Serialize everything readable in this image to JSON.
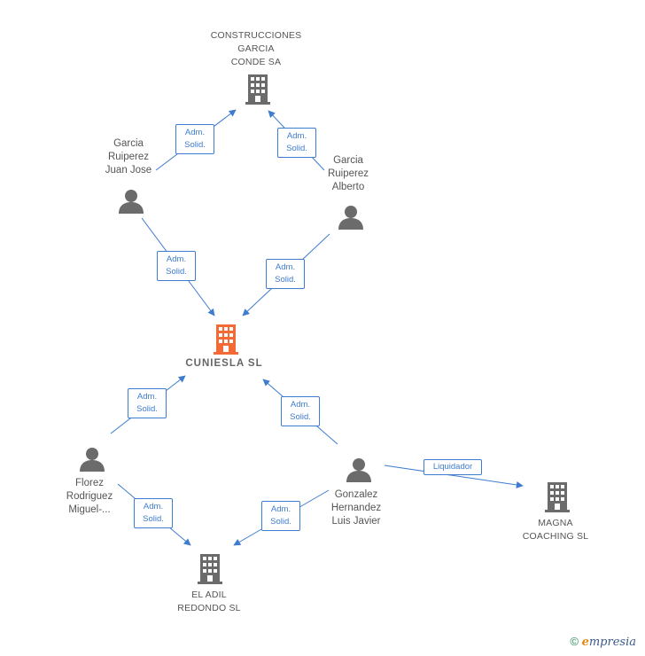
{
  "nodes": {
    "construcciones": {
      "lines": [
        "CONSTRUCCIONES",
        "GARCIA",
        "CONDE SA"
      ],
      "type": "company"
    },
    "cuniesla": {
      "lines": [
        "CUNIESLA  SL"
      ],
      "type": "company-main"
    },
    "magna": {
      "lines": [
        "MAGNA",
        "COACHING SL"
      ],
      "type": "company"
    },
    "eladil": {
      "lines": [
        "EL ADIL",
        "REDONDO  SL"
      ],
      "type": "company"
    },
    "garcia_jose": {
      "lines": [
        "Garcia",
        "Ruiperez",
        "Juan Jose"
      ],
      "type": "person"
    },
    "garcia_alberto": {
      "lines": [
        "Garcia",
        "Ruiperez",
        "Alberto"
      ],
      "type": "person"
    },
    "florez": {
      "lines": [
        "Florez",
        "Rodriguez",
        "Miguel-..."
      ],
      "type": "person"
    },
    "gonzalez": {
      "lines": [
        "Gonzalez",
        "Hernandez",
        "Luis Javier"
      ],
      "type": "person"
    }
  },
  "relations": {
    "r1": [
      "Adm.",
      "Solid."
    ],
    "r2": [
      "Adm.",
      "Solid."
    ],
    "r3": [
      "Adm.",
      "Solid."
    ],
    "r4": [
      "Adm.",
      "Solid."
    ],
    "r5": [
      "Adm.",
      "Solid."
    ],
    "r6": [
      "Adm.",
      "Solid."
    ],
    "r7": [
      "Adm.",
      "Solid."
    ],
    "r8": [
      "Adm.",
      "Solid."
    ],
    "r9": [
      "Liquidador"
    ]
  },
  "colors": {
    "edge": "#3d7ccf",
    "company_icon": "#6b6b6b",
    "main_company_icon": "#f26a35",
    "person_icon": "#6b6b6b"
  },
  "footer": {
    "copyright_symbol": "©",
    "brand_first": "e",
    "brand_rest": "mpresia"
  }
}
